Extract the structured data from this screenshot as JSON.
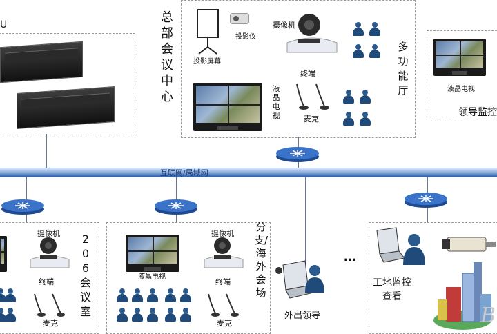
{
  "labels": {
    "mcu_partial": "U",
    "hq_title": "总部会议中心",
    "projection_screen": "投影屏幕",
    "projector": "投影仪",
    "camera": "摄像机",
    "terminal": "终端",
    "lcd_tv_vertical": "液晶电视",
    "lcd_tv": "液晶电视",
    "microphone": "麦克",
    "multi_hall": "多功能厅",
    "leader_monitor": "领导监控",
    "network": "互联网/局域网",
    "room206": "206会议室",
    "branch": "分支/海外会场",
    "mobile_leader": "外出领导",
    "ellipsis": "…",
    "site_monitor": "工地监控查看",
    "watermark": "B"
  },
  "colors": {
    "bus_dark": "#2d5fae",
    "router": "#2f5fb3",
    "person": "#1f4a7a"
  }
}
